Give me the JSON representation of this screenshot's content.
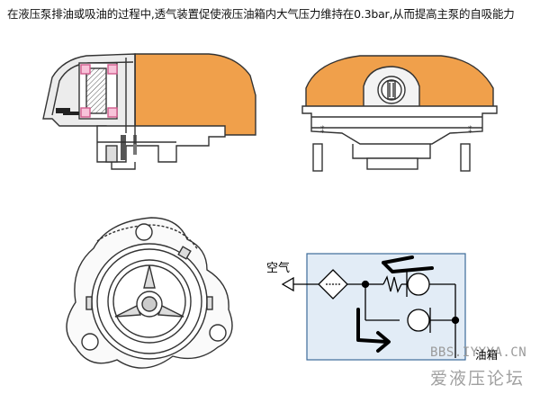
{
  "caption": "在液压泵排油或吸油的过程中,透气装置促使液压油箱内大气压力维持在0.3bar,从而提高主泵的自吸能力",
  "labels": {
    "air": "空气",
    "tank": "油箱"
  },
  "watermark": {
    "site": "BBS.IYYYA.CN",
    "name": "爱液压论坛"
  },
  "colors": {
    "housing_orange": "#f0a04b",
    "schematic_fill": "#e2ecf6",
    "drawing_line": "#333333",
    "annotation_ink": "#000000"
  },
  "icons": [
    "breather-side-section-icon",
    "breather-front-view-icon",
    "breather-top-view-icon",
    "filter-symbol-icon",
    "check-valve-icon",
    "spring-icon",
    "flow-arrow-icon"
  ]
}
